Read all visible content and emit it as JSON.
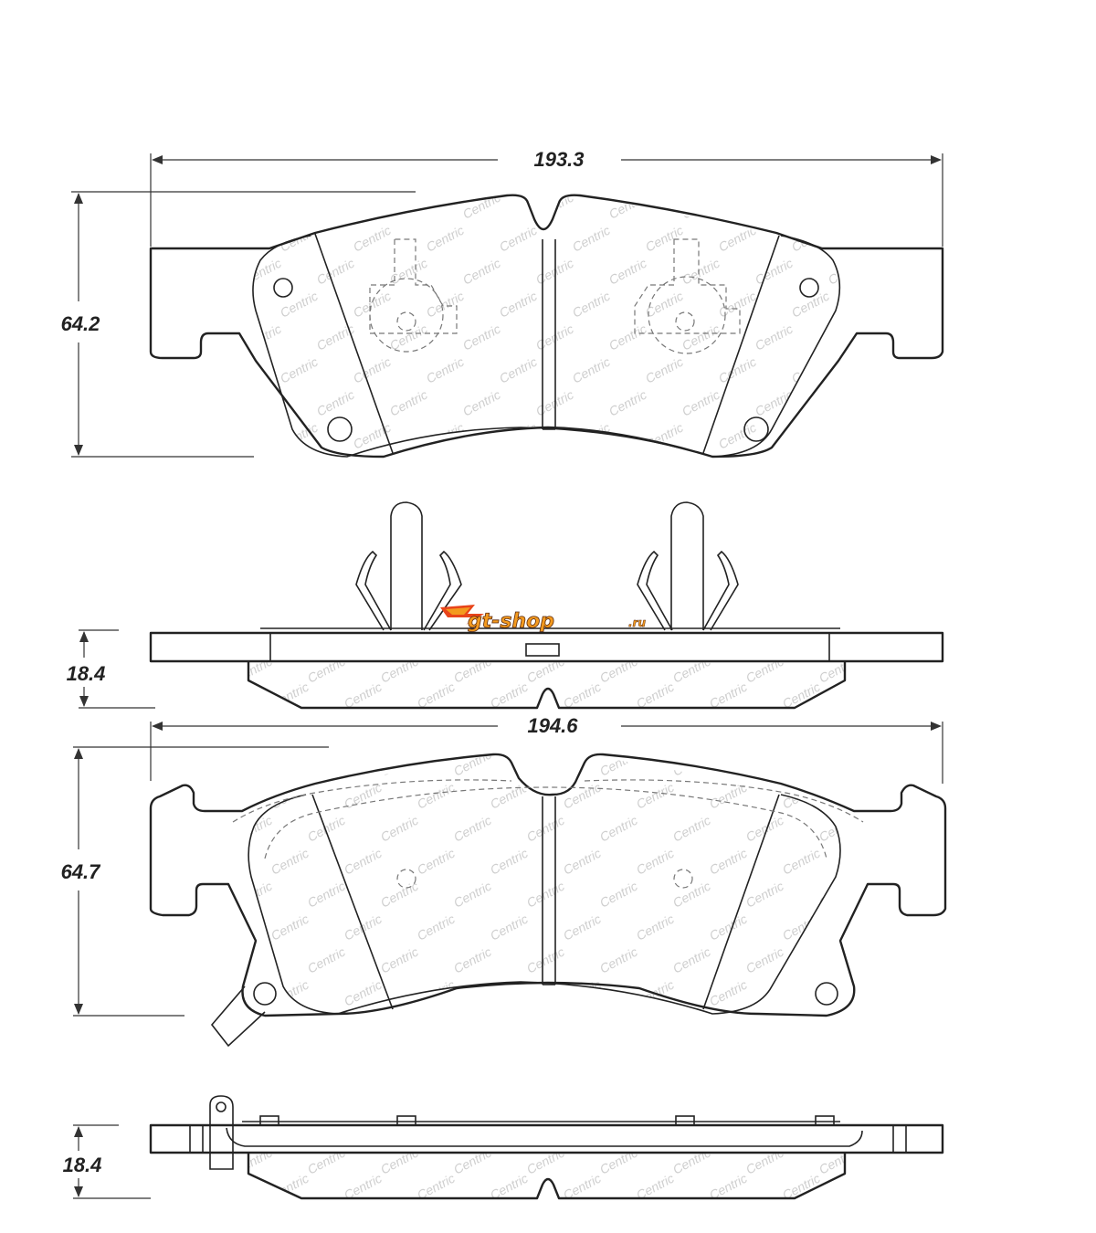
{
  "dimensions": {
    "top_pad_width": "193.3",
    "top_pad_height": "64.2",
    "top_pad_thickness": "18.4",
    "bottom_pad_width": "194.6",
    "bottom_pad_height": "64.7",
    "bottom_pad_thickness": "18.4"
  },
  "watermark": {
    "brand": "Centric",
    "color": "#cfcfcf"
  },
  "logo": {
    "text": "gt-shop",
    "suffix": ".ru",
    "colors": {
      "primary": "#f39a1e",
      "accent": "#e8441a",
      "outline": "#5a2a10"
    }
  },
  "colors": {
    "line": "#222222",
    "dashed": "#777777",
    "background": "#ffffff"
  }
}
